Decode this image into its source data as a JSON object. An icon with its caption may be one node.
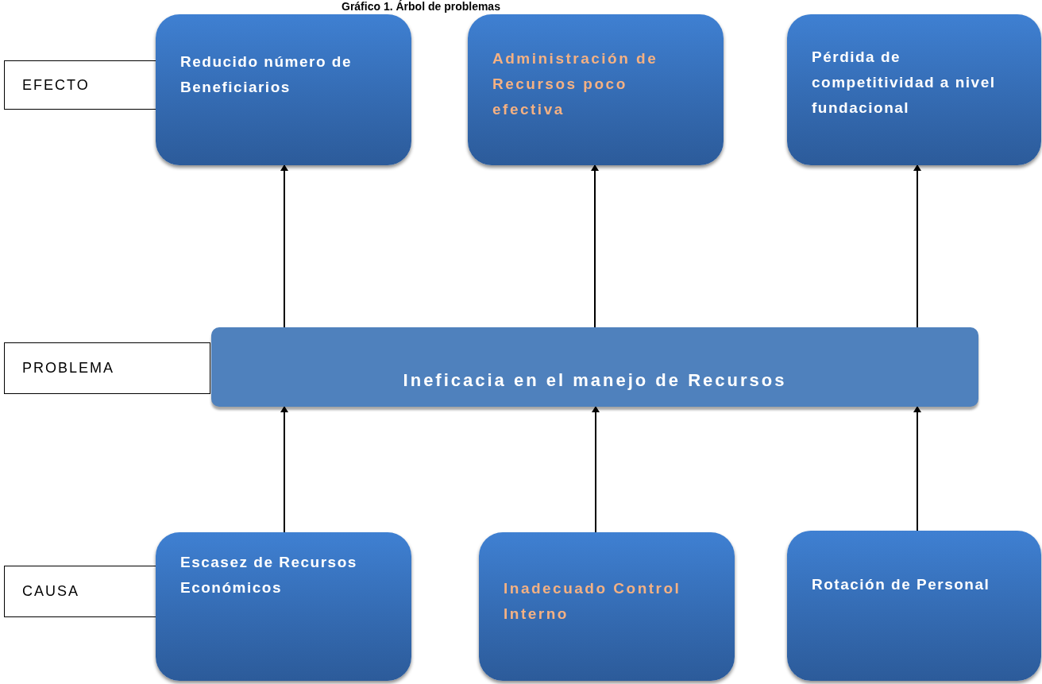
{
  "diagram": {
    "title": "Gráfico 1. Árbol de problemas",
    "nodes": [
      {
        "text": [
          "EFECTO"
        ]
      },
      {
        "text": [
          "Reducido número de Beneficiarios"
        ]
      },
      {
        "text": [
          "Administración de Recursos poco efectiva"
        ]
      },
      {
        "text": [
          "Pérdida de competitividad a nivel fundacional"
        ]
      },
      {
        "text": [
          "PROBLEMA"
        ]
      },
      {
        "text": [
          "Ineficacia en el manejo de Recursos"
        ]
      },
      {
        "text": [
          "CAUSA"
        ]
      },
      {
        "text": [
          "Escasez de Recursos Económicos"
        ]
      },
      {
        "text": [
          "Inadecuado Control Interno"
        ]
      },
      {
        "text": [
          "Rotación de Personal"
        ]
      }
    ],
    "edges": [
      {
        "from": 5,
        "to": 1,
        "arrow": "to"
      },
      {
        "from": 5,
        "to": 2,
        "arrow": "to"
      },
      {
        "from": 5,
        "to": 3,
        "arrow": "to"
      },
      {
        "from": 7,
        "to": 5,
        "arrow": "to"
      },
      {
        "from": 8,
        "to": 5,
        "arrow": "to"
      },
      {
        "from": 9,
        "to": 5,
        "arrow": "to"
      }
    ]
  }
}
